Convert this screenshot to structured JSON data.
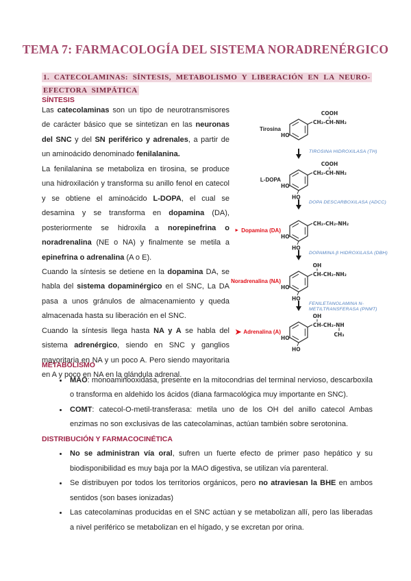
{
  "page": {
    "title": "TEMA 7: FARMACOLOGÍA DEL SISTEMA NORADRENÉRGICO",
    "section1_heading": "1. CATECOLAMINAS: SÍNTESIS, METABOLISMO Y LIBERACIÓN EN LA NEURO-EFECTORA SIMPÁTICA"
  },
  "colors": {
    "title": "#a3486a",
    "heading_text": "#7a2c42",
    "heading_highlight": "#f0d5dd",
    "subheading": "#9e2245",
    "diagram_red": "#e01019",
    "diagram_blue": "#4d7ebf",
    "structure": "#2d2d2d"
  },
  "sintesis": {
    "heading": "SÍNTESIS",
    "paragraphs": [
      [
        {
          "t": "Las ",
          "b": false
        },
        {
          "t": "catecolaminas",
          "b": true
        },
        {
          "t": " son un tipo de neurotransmisores de carácter básico que se sintetizan en las ",
          "b": false
        },
        {
          "t": "neuronas del SNC",
          "b": true
        },
        {
          "t": " y del ",
          "b": false
        },
        {
          "t": "SN periférico y adrenales",
          "b": true
        },
        {
          "t": ", a partir de un aminoácido denominado ",
          "b": false
        },
        {
          "t": "fenilalanina.",
          "b": true
        }
      ],
      [
        {
          "t": "La fenilalanina se metaboliza en tirosina, se produce una hidroxilación y transforma su anillo fenol en catecol y se obtiene el aminoácido ",
          "b": false
        },
        {
          "t": "L-DOPA",
          "b": true
        },
        {
          "t": ", el cual se desamina y se transforma en ",
          "b": false
        },
        {
          "t": "dopamina",
          "b": true
        },
        {
          "t": " (DA), posteriormente se hidroxila a ",
          "b": false
        },
        {
          "t": "norepinefrina o noradrenalina",
          "b": true
        },
        {
          "t": " (NE o NA) y finalmente se metila a ",
          "b": false
        },
        {
          "t": "epinefrina o adrenalina",
          "b": true
        },
        {
          "t": " (A o E).",
          "b": false
        }
      ],
      [
        {
          "t": "Cuando la síntesis se detiene en la ",
          "b": false
        },
        {
          "t": "dopamina",
          "b": true
        },
        {
          "t": " DA, se habla del ",
          "b": false
        },
        {
          "t": "sistema dopaminérgico",
          "b": true
        },
        {
          "t": " en el SNC, La DA pasa a unos gránulos de almacenamiento y queda almacenada hasta su liberación en el SNC.",
          "b": false
        }
      ],
      [
        {
          "t": "Cuando la síntesis llega hasta ",
          "b": false
        },
        {
          "t": "NA y A",
          "b": true
        },
        {
          "t": " se habla del sistema ",
          "b": false
        },
        {
          "t": "adrenérgico",
          "b": true
        },
        {
          "t": ", siendo en SNC y ganglios mayoritaria en NA y un poco A. Pero siendo mayoritaria en A y poco en NA en la glándula adrenal.",
          "b": false
        }
      ]
    ]
  },
  "metabolismo": {
    "heading": "METABOLISMO",
    "items": [
      [
        {
          "t": "MAO",
          "b": true
        },
        {
          "t": ": monoaminooxidasa, presente en la mitocondrias del terminal nervioso, descarboxila o transforma en aldehido los ácidos (diana farmacológica muy importante en SNC).",
          "b": false
        }
      ],
      [
        {
          "t": "COMT",
          "b": true
        },
        {
          "t": ": catecol-O-metil-transferasa: metila uno de los OH del anillo catecol Ambas enzimas no son exclusivas de las catecolaminas, actúan también sobre serotonina.",
          "b": false
        }
      ]
    ]
  },
  "distribucion": {
    "heading": "DISTRIBUCIÓN Y FARMACOCINÉTICA",
    "items": [
      [
        {
          "t": "No se administran vía oral",
          "b": true
        },
        {
          "t": ", sufren un fuerte efecto de primer paso hepático y su biodisponibilidad es muy baja por la MAO digestiva, se utilizan vía parenteral.",
          "b": false
        }
      ],
      [
        {
          "t": "Se distribuyen por todos los territorios orgánicos, pero ",
          "b": false
        },
        {
          "t": "no atraviesan la BHE",
          "b": true
        },
        {
          "t": " en ambos sentidos (son bases ionizadas)",
          "b": false
        }
      ],
      [
        {
          "t": "Las catecolaminas producidas en el SNC actúan y se metabolizan allí, pero las liberadas a nivel periférico se metabolizan en el hígado, y se excretan por orina.",
          "b": false
        }
      ]
    ]
  },
  "diagram": {
    "steps": [
      {
        "label": "Tirosina",
        "marker": "",
        "chain": "CH₂-CH-NH₂",
        "above": "COOH",
        "below": "",
        "ho": [
          "left"
        ],
        "enzyme": "TIROSINA HIDROXILASA (TH)"
      },
      {
        "label": "L-DOPA",
        "marker": "",
        "chain": "CH₂-CH-NH₂",
        "above": "COOH",
        "below": "",
        "ho": [
          "left",
          "bottom"
        ],
        "enzyme": "DOPA DESCARBOXILASA (ADCC)"
      },
      {
        "label": "Dopamina (DA)",
        "marker": "►",
        "chain": "CH₂-CH₂-NH₂",
        "above": "",
        "below": "",
        "ho": [
          "left",
          "bottom"
        ],
        "enzyme": "DOPAMINA β HIDROXILASA (DBH)"
      },
      {
        "label": "Noradrenalina (NA)",
        "marker": "",
        "chain": "CH-CH₂-NH₂",
        "above": "OH",
        "below": "",
        "ho": [
          "left",
          "bottom"
        ],
        "enzyme": "FENILETANOLAMINA N-METILTRANSFERASA (PNMT)"
      },
      {
        "label": "Adrenalina (A)",
        "marker": "➤",
        "chain": "CH-CH₂-NH",
        "above": "OH",
        "below": "CH₃",
        "ho": [
          "left",
          "bottom"
        ],
        "enzyme": ""
      }
    ]
  }
}
